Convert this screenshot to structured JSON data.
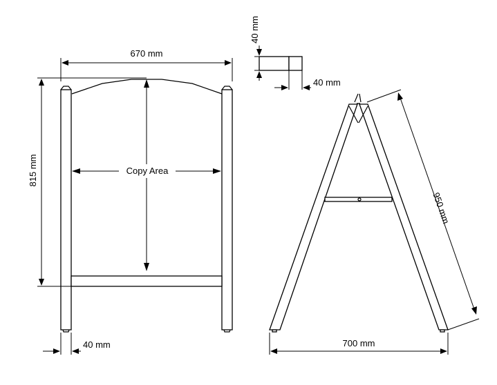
{
  "diagram": {
    "labels": {
      "top_width": "670 mm",
      "height": "815 mm",
      "copy_area": "Copy Area",
      "post_width": "40 mm",
      "profile_height": "40 mm",
      "profile_width": "40 mm",
      "leg_length": "950 mm",
      "base_width": "700 mm"
    },
    "colors": {
      "line": "#000000",
      "background": "#ffffff"
    }
  }
}
